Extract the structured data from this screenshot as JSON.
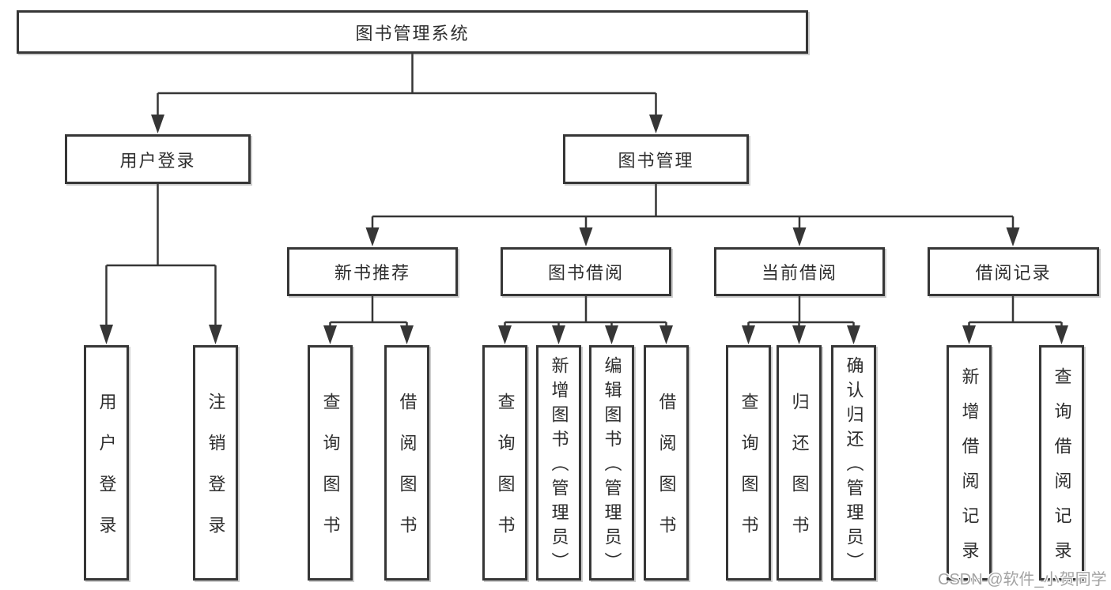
{
  "diagram": {
    "root": {
      "label": "图书管理系统"
    },
    "level1": {
      "user_login": {
        "label": "用户登录"
      },
      "book_management": {
        "label": "图书管理"
      }
    },
    "level2": {
      "new_book_recommend": {
        "label": "新书推荐"
      },
      "book_borrow": {
        "label": "图书借阅"
      },
      "current_borrow": {
        "label": "当前借阅"
      },
      "borrow_records": {
        "label": "借阅记录"
      }
    },
    "leaves": {
      "user_login": [
        "用户登录",
        "注销登录"
      ],
      "new_book_recommend": [
        "查询图书",
        "借阅图书"
      ],
      "book_borrow": [
        "查询图书",
        "新增图书（管理员）",
        "编辑图书（管理员）",
        "借阅图书"
      ],
      "current_borrow": [
        "查询图书",
        "归还图书",
        "确认归还（管理员）"
      ],
      "borrow_records": [
        "新增借阅记录",
        "查询借阅记录"
      ]
    },
    "colors": {
      "line": "#363636",
      "box_border": "#363636",
      "box_fill": "#ffffff",
      "text": "#2e2e2e",
      "watermark": "#a3a3a3",
      "background": "#ffffff"
    }
  },
  "watermark": {
    "text": "CSDN @软件_小贺同学"
  }
}
